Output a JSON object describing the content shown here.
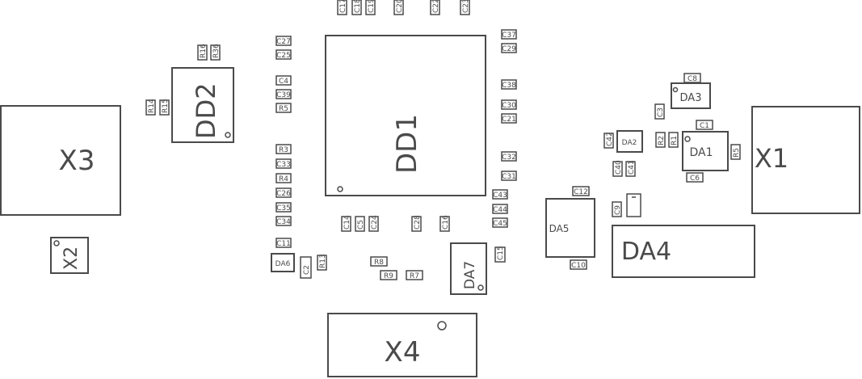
{
  "components": {
    "x1": "X1",
    "x2": "X2",
    "x3": "X3",
    "x4": "X4",
    "dd1": "DD1",
    "dd2": "DD2",
    "da1": "DA1",
    "da2": "DA2",
    "da3": "DA3",
    "da4": "DA4",
    "da5": "DA5",
    "da6": "DA6",
    "da7": "DA7"
  },
  "passives": {
    "c17": "C17",
    "c18": "C18",
    "c19": "C19",
    "c20": "C20",
    "c22": "C22",
    "c23": "C23",
    "c27": "C27",
    "c25": "C25",
    "c4": "C4",
    "c39": "C39",
    "r5": "R5",
    "r16": "R16",
    "r36": "R36",
    "r14": "R14",
    "r15": "R15",
    "r3": "R3",
    "c33": "C33",
    "r4": "R4",
    "c26": "C26",
    "c35": "C35",
    "c34": "C34",
    "c11": "C11",
    "c2": "C2",
    "r13": "R13",
    "c37": "C37",
    "c29": "C29",
    "c38": "C38",
    "c30": "C30",
    "c21": "C21",
    "c32": "C32",
    "c31": "C31",
    "c43": "C43",
    "c44": "C44",
    "c45": "C45",
    "c14": "C14",
    "c5": "C5",
    "c24": "C24",
    "c28": "C28",
    "c16": "C16",
    "r8": "R8",
    "r9": "R9",
    "r7": "R7",
    "c15": "C15",
    "c12": "C12",
    "c10": "C10",
    "c9": "C9",
    "c1": "C1",
    "c8": "C8",
    "c3": "C3",
    "r2": "R2",
    "r1": "R1",
    "c6": "C6",
    "r5b": "R5",
    "c42": "C42",
    "c40": "C40",
    "c41": "C41"
  }
}
